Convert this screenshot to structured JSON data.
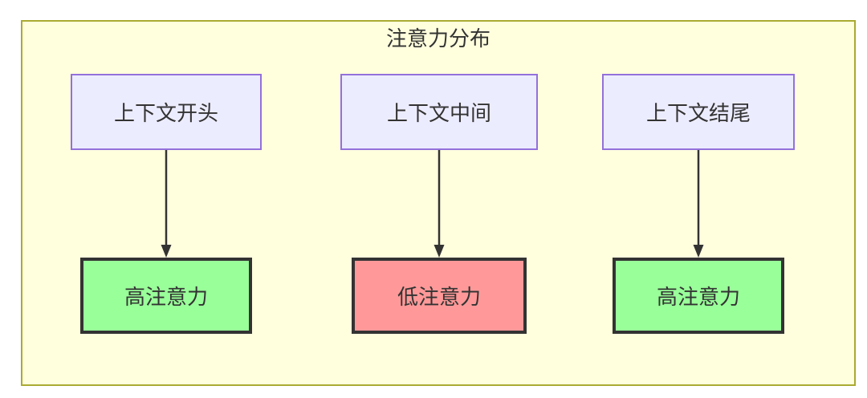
{
  "diagram": {
    "type": "flowchart",
    "title": "注意力分布",
    "container": {
      "fill": "#ffffde",
      "border": "#aaaa33"
    },
    "edge_color": "#333333",
    "text_color": "#333333",
    "columns": [
      {
        "source": {
          "label": "上下文开头",
          "fill": "#ECECFF",
          "border": "#9370DB"
        },
        "target": {
          "label": "高注意力",
          "fill": "#99ff99",
          "border": "#333333",
          "attention": "high"
        }
      },
      {
        "source": {
          "label": "上下文中间",
          "fill": "#ECECFF",
          "border": "#9370DB"
        },
        "target": {
          "label": "低注意力",
          "fill": "#ff9999",
          "border": "#333333",
          "attention": "low"
        }
      },
      {
        "source": {
          "label": "上下文结尾",
          "fill": "#ECECFF",
          "border": "#9370DB"
        },
        "target": {
          "label": "高注意力",
          "fill": "#99ff99",
          "border": "#333333",
          "attention": "high"
        }
      }
    ],
    "edges": [
      {
        "from": "上下文开头",
        "to": "高注意力"
      },
      {
        "from": "上下文中间",
        "to": "低注意力"
      },
      {
        "from": "上下文结尾",
        "to": "高注意力"
      }
    ]
  }
}
